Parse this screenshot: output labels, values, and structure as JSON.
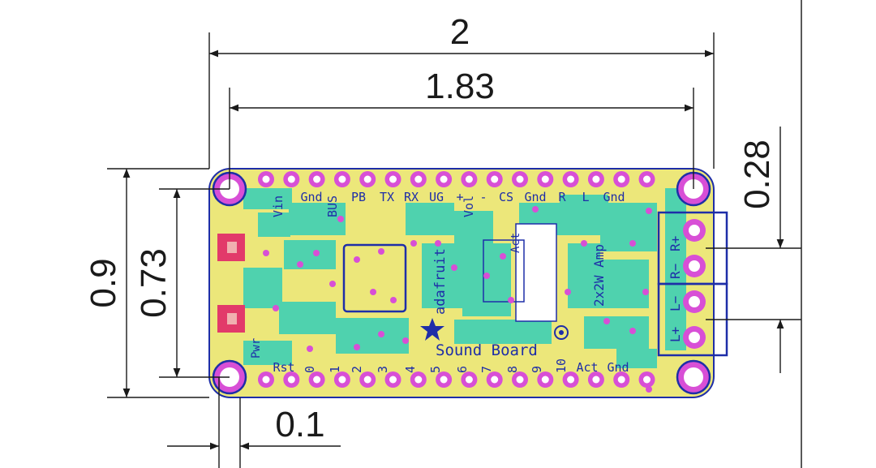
{
  "dimensions": {
    "overall_width": "2",
    "hole_spacing_width": "1.83",
    "overall_height": "0.9",
    "hole_spacing_height": "0.73",
    "terminal_pitch": "0.28",
    "edge_offset": "0.1"
  },
  "board": {
    "colors": {
      "pcb": "#ece77a",
      "copper": "#3fd0b4",
      "pad": "#d84fd6",
      "silk": "#1e2ea8",
      "dimension": "#1a1a1a",
      "pad_red": "#e23a6a"
    },
    "top_labels": [
      "Vin",
      "Gnd",
      "BUS",
      "PB",
      "TX",
      "RX",
      "UG",
      "+",
      "Vol",
      "-",
      "CS",
      "Gnd",
      "R",
      "L",
      "Gnd"
    ],
    "bottom_labels": [
      "Rst",
      "0",
      "1",
      "2",
      "3",
      "4",
      "5",
      "6",
      "7",
      "8",
      "9",
      "10",
      "Act",
      "Gnd"
    ],
    "logo_text": "adafruit",
    "product_name": "Sound Board",
    "amp_label": "2x2W Amp",
    "act_label": "Act",
    "pwr_label": "Pwr",
    "right_terminal_labels": [
      "R+",
      "R−"
    ],
    "left_terminal_labels": [
      "L−",
      "L+"
    ]
  }
}
